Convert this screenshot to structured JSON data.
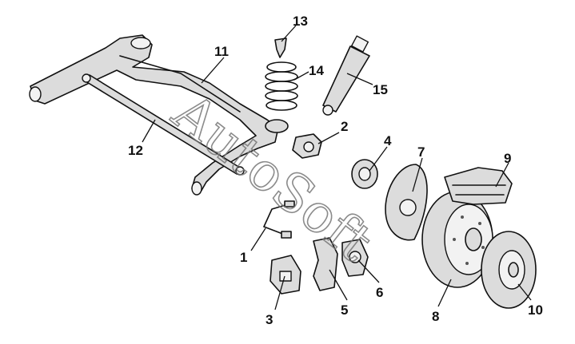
{
  "diagram": {
    "callouts": [
      {
        "id": "1",
        "part": "brake-hose"
      },
      {
        "id": "2",
        "part": "stub-axle"
      },
      {
        "id": "3",
        "part": "caliper-bracket"
      },
      {
        "id": "4",
        "part": "wheel-hub"
      },
      {
        "id": "5",
        "part": "caliper-carrier"
      },
      {
        "id": "6",
        "part": "brake-pads"
      },
      {
        "id": "7",
        "part": "splash-shield"
      },
      {
        "id": "8",
        "part": "wheel"
      },
      {
        "id": "9",
        "part": "brake-caliper"
      },
      {
        "id": "10",
        "part": "brake-disc"
      },
      {
        "id": "11",
        "part": "trailing-arm"
      },
      {
        "id": "12",
        "part": "panhard-rod"
      },
      {
        "id": "13",
        "part": "bump-stop"
      },
      {
        "id": "14",
        "part": "coil-spring"
      },
      {
        "id": "15",
        "part": "shock-absorber"
      }
    ],
    "watermark": "AutoSoft",
    "colors": {
      "ink": "#111111",
      "fill": "#dcdcdc",
      "background": "#ffffff",
      "watermark": "#777777"
    }
  }
}
